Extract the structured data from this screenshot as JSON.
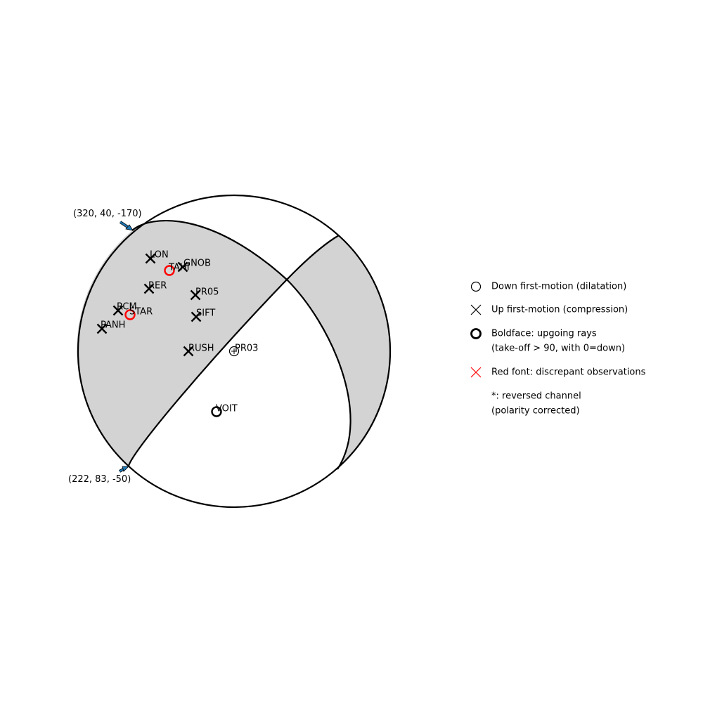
{
  "diagram": {
    "planes": [
      {
        "label": "(320, 40, -170)"
      },
      {
        "label": "(222, 83, -50)"
      }
    ],
    "colors": {
      "compressional_fill": "#d3d3d3",
      "outline": "#000000",
      "discrepant": "#ff0000",
      "arrow": "#1f77b4"
    },
    "stations": [
      {
        "name": "LON",
        "polarity": "up",
        "upgoing": true,
        "discrepant": false
      },
      {
        "name": "TAHI",
        "polarity": "down",
        "upgoing": true,
        "discrepant": true
      },
      {
        "name": "GNOB",
        "polarity": "up",
        "upgoing": true,
        "discrepant": false
      },
      {
        "name": "RER",
        "polarity": "up",
        "upgoing": true,
        "discrepant": false
      },
      {
        "name": "PR05",
        "polarity": "up",
        "upgoing": true,
        "discrepant": false
      },
      {
        "name": "RCM",
        "polarity": "up",
        "upgoing": true,
        "discrepant": false
      },
      {
        "name": "STAR",
        "polarity": "down",
        "upgoing": true,
        "discrepant": true
      },
      {
        "name": "SIFT",
        "polarity": "up",
        "upgoing": true,
        "discrepant": false
      },
      {
        "name": "PANH",
        "polarity": "up",
        "upgoing": true,
        "discrepant": false
      },
      {
        "name": "RUSH",
        "polarity": "up",
        "upgoing": true,
        "discrepant": false
      },
      {
        "name": "PR03",
        "polarity": "down",
        "upgoing": false,
        "discrepant": false,
        "plus": true
      },
      {
        "name": "VOIT",
        "polarity": "down",
        "upgoing": true,
        "discrepant": false
      }
    ]
  },
  "legend": {
    "items": [
      {
        "symbol": "thin-circle",
        "label": "Down first-motion (dilatation)"
      },
      {
        "symbol": "thin-cross",
        "label": "Up first-motion (compression)"
      },
      {
        "symbol": "bold-circle",
        "label": "Boldface: upgoing rays",
        "label2": "(take-off > 90, with 0=down)"
      },
      {
        "symbol": "red-cross",
        "label": "Red font: discrepant observations"
      },
      {
        "symbol": "none",
        "label": "*: reversed channel",
        "label2": "(polarity corrected)"
      }
    ]
  }
}
